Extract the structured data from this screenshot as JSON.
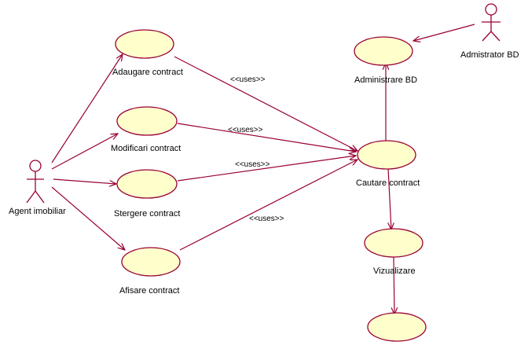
{
  "actors": {
    "agent": "Agent imobiliar",
    "admin": "Admistrator BD"
  },
  "use_cases": {
    "adaugare": "Adaugare contract",
    "modificari": "Modificari contract",
    "stergere": "Stergere contract",
    "afisare": "Afisare contract",
    "administrare": "Administrare BD",
    "cautare": "Cautare contract",
    "vizualizare": "Vizualizare",
    "unnamed": ""
  },
  "stereotype": "<<uses>>",
  "colors": {
    "usecase_fill": "#ffffcc",
    "line": "#990033",
    "background": "#ffffff"
  }
}
